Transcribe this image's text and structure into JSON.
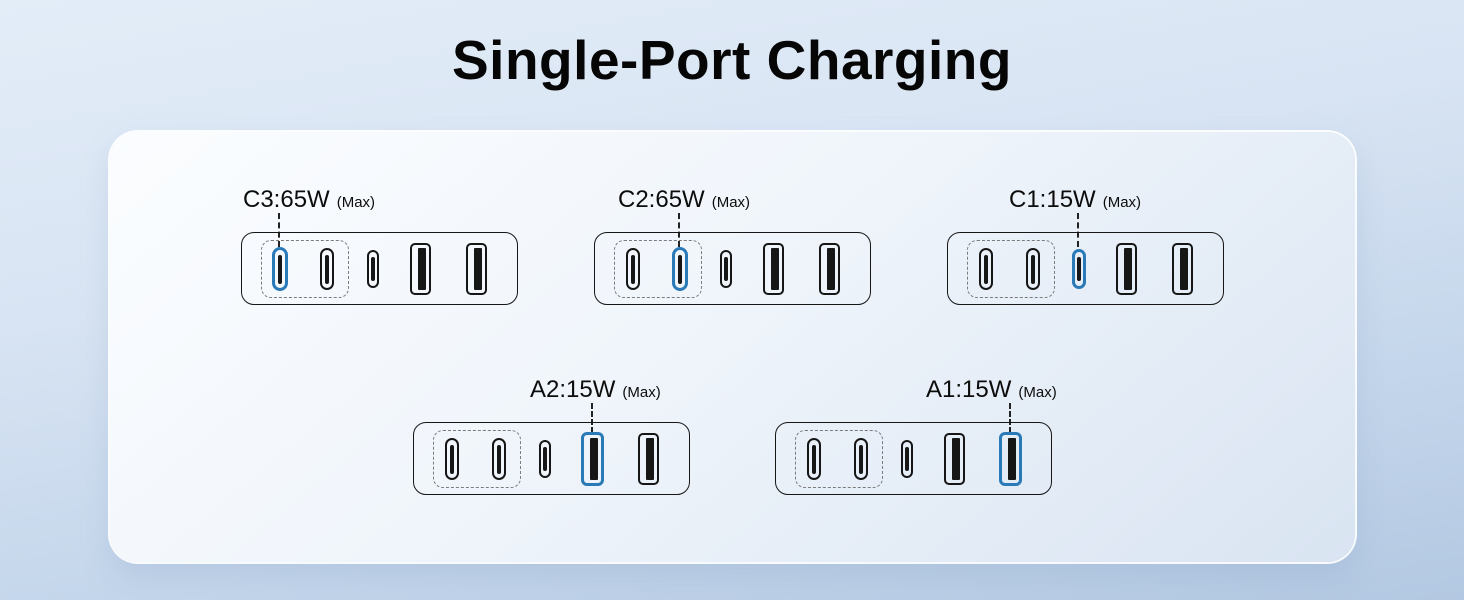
{
  "page": {
    "title": "Single-Port Charging"
  },
  "colors": {
    "highlight_blue": "#2b7ab8",
    "port_outline": "#161616",
    "background_top": "#e3edf8",
    "background_bottom": "#b3c8e2",
    "card_top": "#fbfdff",
    "card_bottom": "#d9e4f2"
  },
  "device_ports": [
    {
      "id": "C3",
      "type": "usb-c"
    },
    {
      "id": "C2",
      "type": "usb-c"
    },
    {
      "id": "C1",
      "type": "usb-c"
    },
    {
      "id": "A2",
      "type": "usb-a"
    },
    {
      "id": "A1",
      "type": "usb-a"
    }
  ],
  "chargers": [
    {
      "name": "C3",
      "label": "C3:65W",
      "max_note": "(Max)",
      "highlighted_port": "C3"
    },
    {
      "name": "C2",
      "label": "C2:65W",
      "max_note": "(Max)",
      "highlighted_port": "C2"
    },
    {
      "name": "C1",
      "label": "C1:15W",
      "max_note": "(Max)",
      "highlighted_port": "C1"
    },
    {
      "name": "A2",
      "label": "A2:15W",
      "max_note": "(Max)",
      "highlighted_port": "A2"
    },
    {
      "name": "A1",
      "label": "A1:15W",
      "max_note": "(Max)",
      "highlighted_port": "A1"
    }
  ]
}
